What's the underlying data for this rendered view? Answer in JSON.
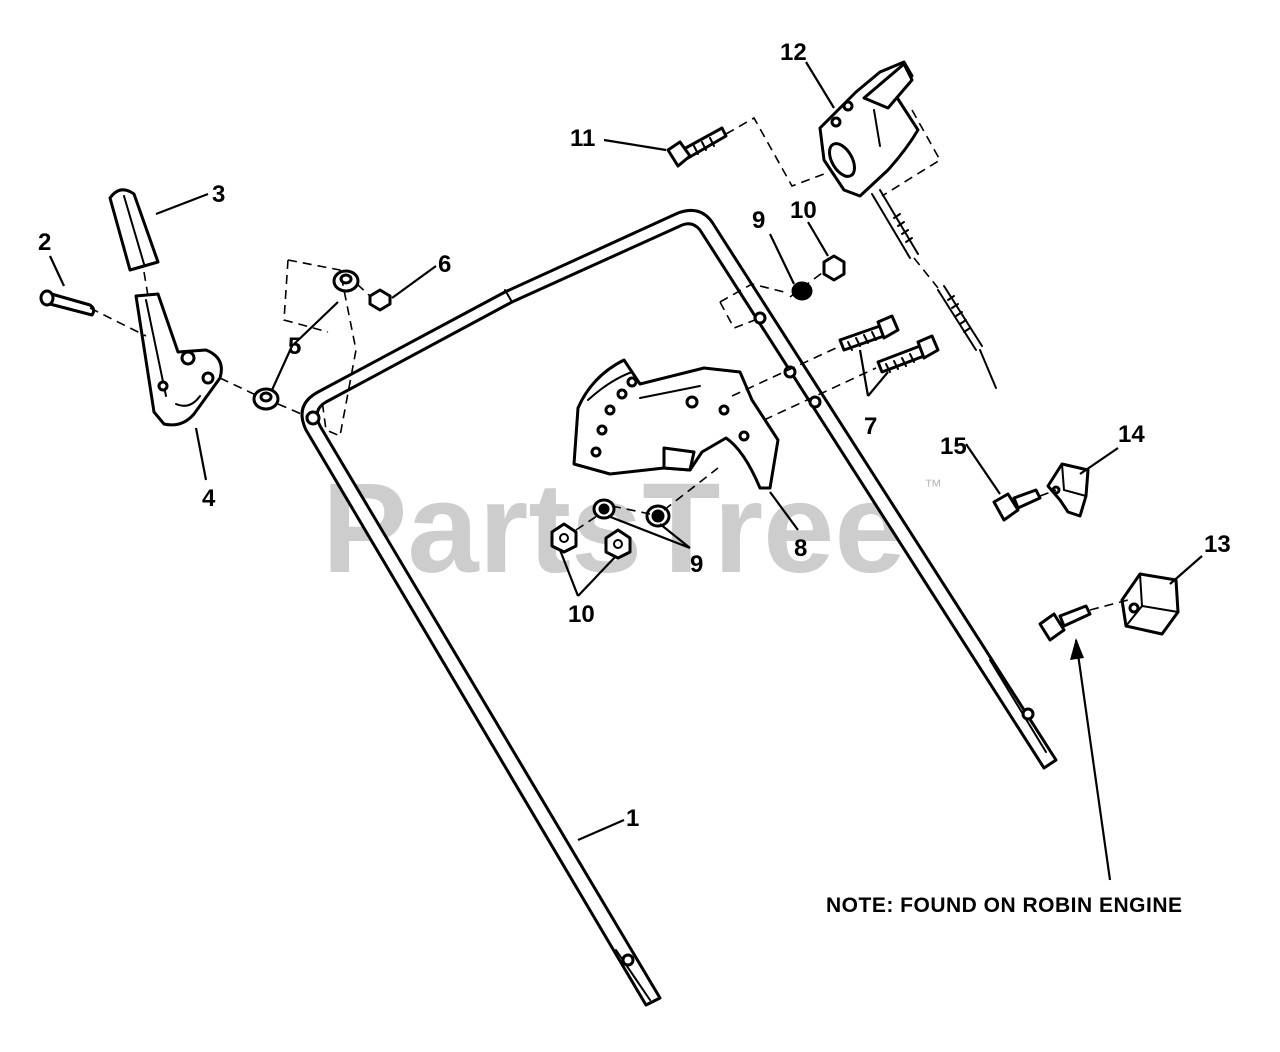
{
  "watermark": {
    "text": "PartsTree",
    "mark": "™"
  },
  "note": "NOTE: FOUND ON ROBIN ENGINE",
  "callouts": {
    "c1": "1",
    "c2": "2",
    "c3": "3",
    "c4": "4",
    "c5": "5",
    "c6": "6",
    "c7": "7",
    "c8": "8",
    "c9a": "9",
    "c9b": "9",
    "c10a": "10",
    "c10b": "10",
    "c11": "11",
    "c12": "12",
    "c13": "13",
    "c14": "14",
    "c15": "15"
  }
}
